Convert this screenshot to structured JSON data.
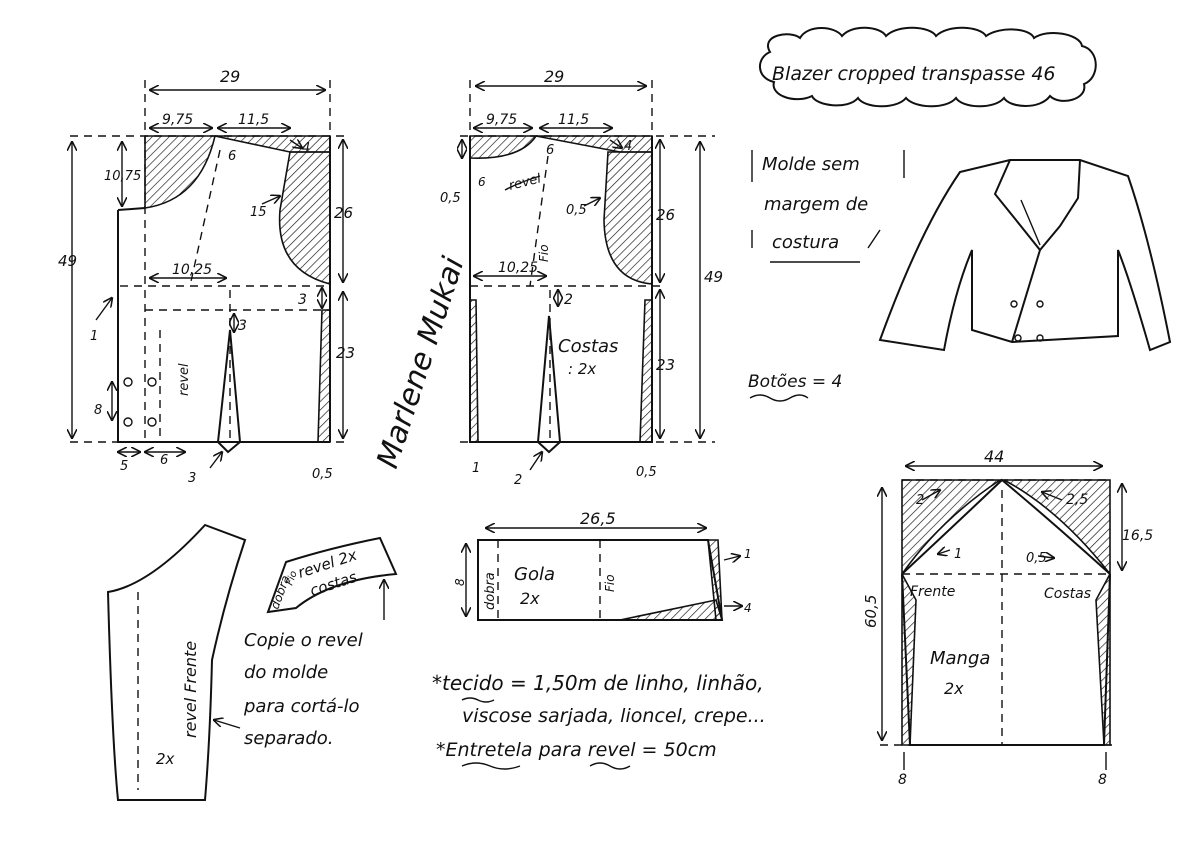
{
  "title": "Blazer cropped transpasse 46",
  "note": {
    "line1": "Molde sem",
    "line2": "margem de",
    "line3": "costura"
  },
  "buttons_note": "Botões = 4",
  "front": {
    "width": "29",
    "neck_width": "9,75",
    "shoulder_width": "11,5",
    "shoulder_drop": "6",
    "shoulder_end": "4",
    "neck_depth": "10,75",
    "total_length": "49",
    "armhole_depth": "26",
    "armhole_curve": "15",
    "bust_width": "10,25",
    "dart_gap": "3",
    "waist_gap": "3",
    "lower_length": "23",
    "button_spacing": "8",
    "front_ext": "5",
    "revel_line": "6",
    "revel_label": "revel",
    "hem_dart": "3",
    "side_hem": "0,5",
    "front_rise": "1"
  },
  "back": {
    "width": "29",
    "neck_width": "9,75",
    "shoulder_width": "11,5",
    "shoulder_drop": "6",
    "shoulder_end": "4",
    "neck_rise": "0,5",
    "neck_small": "6",
    "revel_label": "revel",
    "fio_label": "Fio",
    "armhole_curve": "0,5",
    "armhole_depth": "26",
    "total_length": "49",
    "bust_width": "10,25",
    "dart_gap": "2",
    "label": "Costas",
    "qty": ": 2x",
    "lower_length": "23",
    "center_hem": "1",
    "dart_hem": "2",
    "side_hem": "0,5"
  },
  "signature": "Marlene Mukai",
  "revel_front": {
    "label": "revel Frente",
    "qty": "2x"
  },
  "revel_back": {
    "line1": "revel 2x",
    "line2": "costas",
    "fold": "dobra",
    "fio": "Fio"
  },
  "copy_note": {
    "line1": "Copie o revel",
    "line2": "do molde",
    "line3": "para cortá-lo",
    "line4": "separado."
  },
  "collar": {
    "width": "26,5",
    "height": "8",
    "fold": "dobra",
    "label": "Gola",
    "qty": "2x",
    "fio": "Fio",
    "top_right": "1",
    "bottom_right": "4"
  },
  "fabric": {
    "line1": "*tecido = 1,50m de linho, linhão,",
    "line2": "viscose sarjada, lioncel, crepe...",
    "line3": "*Entretela para revel = 50cm"
  },
  "sleeve": {
    "width": "44",
    "cap_front": "2",
    "cap_back": "2,5",
    "cap_height": "16,5",
    "length": "60,5",
    "front_point": "1",
    "back_point": "0,5",
    "front_label": "Frente",
    "back_label": "Costas",
    "label": "Manga",
    "qty": "2x",
    "hem_left": "8",
    "hem_right": "8"
  }
}
